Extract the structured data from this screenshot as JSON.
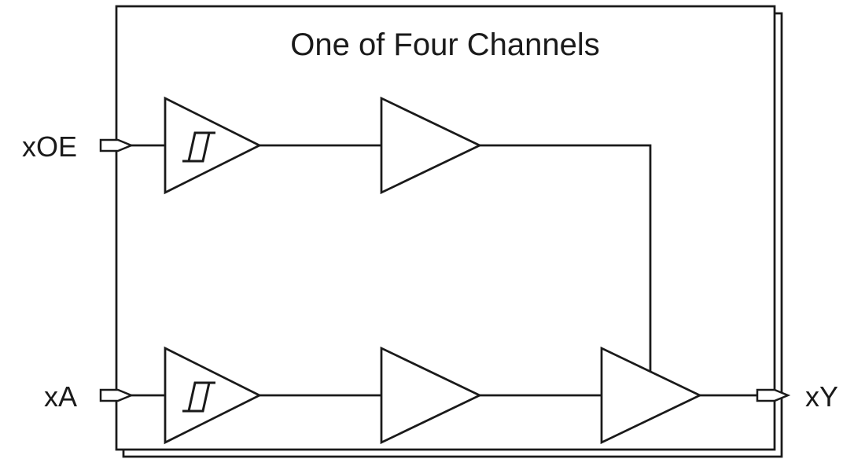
{
  "diagram": {
    "title": "One of Four Channels",
    "ports": {
      "xoe": "xOE",
      "xa": "xA",
      "xy": "xY"
    },
    "colors": {
      "line": "#1a1a1a",
      "background": "#ffffff"
    }
  }
}
